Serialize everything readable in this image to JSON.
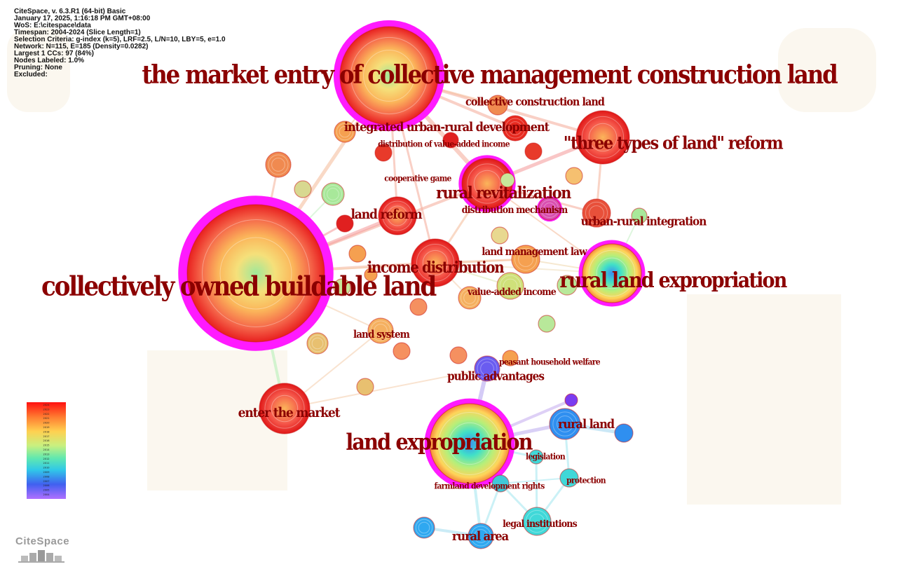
{
  "meta": {
    "lines": [
      "CiteSpace, v. 6.3.R1 (64-bit) Basic",
      "January 17, 2025, 1:16:18 PM GMT+08:00",
      "WoS: E:\\citespace\\data",
      "Timespan: 2004-2024 (Slice Length=1)",
      "Selection Criteria: g-index (k=5), LRF=2.5, L/N=10, LBY=5, e=1.0",
      "Network: N=115, E=185 (Density=0.0282)",
      "Largest 1 CCs: 97 (84%)",
      "Nodes Labeled: 1.0%",
      "Pruning: None",
      "Excluded:"
    ]
  },
  "logo_text": "CiteSpace",
  "colors": {
    "label": "#8b0000",
    "burst_ring": "#ff1aff",
    "recent": "#e8201f",
    "old": "#8a5cf0"
  },
  "legend_years": [
    "2024",
    "2023",
    "2022",
    "2021",
    "2020",
    "2019",
    "2018",
    "2017",
    "2016",
    "2015",
    "2014",
    "2013",
    "2012",
    "2011",
    "2010",
    "2009",
    "2008",
    "2007",
    "2006",
    "2005",
    "2004"
  ],
  "keywords": [
    {
      "label": "the market entry of collective management construction land",
      "year": 2019
    },
    {
      "label": "collectively owned buildable land",
      "year": 2016
    },
    {
      "label": "rural land expropriation",
      "year": 2013
    },
    {
      "label": "land expropriation",
      "year": 2011
    },
    {
      "label": "\"three types of land\" reform",
      "year": 2024
    },
    {
      "label": "rural revitalization",
      "year": 2022
    },
    {
      "label": "income distribution",
      "year": 2022
    },
    {
      "label": "land reform",
      "year": 2023
    },
    {
      "label": "enter the market",
      "year": 2019
    },
    {
      "label": "integrated urban-rural development",
      "year": 2023
    },
    {
      "label": "collective construction land",
      "year": 2021
    },
    {
      "label": "urban-rural integration",
      "year": 2022
    },
    {
      "label": "land management law",
      "year": 2020
    },
    {
      "label": "distribution mechanism",
      "year": 2023
    },
    {
      "label": "value-added income",
      "year": 2019
    },
    {
      "label": "land system",
      "year": 2019
    },
    {
      "label": "public advantages",
      "year": 2008
    },
    {
      "label": "peasant household welfare",
      "year": 2019
    },
    {
      "label": "rural land",
      "year": 2009
    },
    {
      "label": "legislation",
      "year": 2011
    },
    {
      "label": "protection",
      "year": 2011
    },
    {
      "label": "farmland development rights",
      "year": 2011
    },
    {
      "label": "legal institutions",
      "year": 2012
    },
    {
      "label": "rural area",
      "year": 2010
    },
    {
      "label": "distribution of value-added income",
      "year": 2024
    },
    {
      "label": "cooperative game",
      "year": 2024
    }
  ]
}
